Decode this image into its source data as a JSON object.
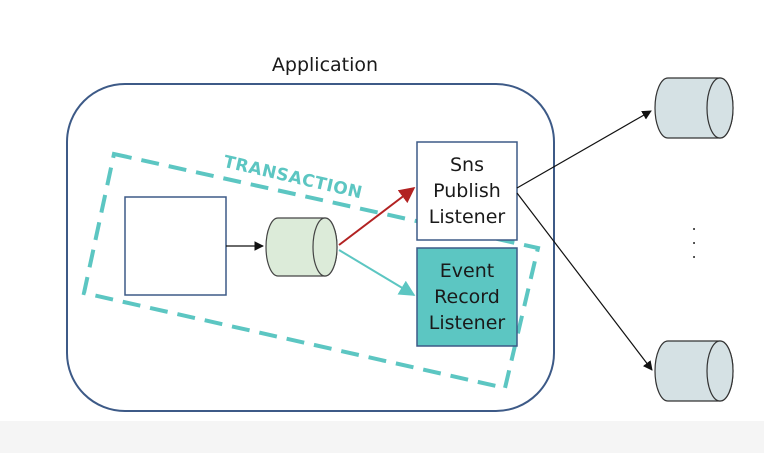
{
  "application": {
    "title": "Application"
  },
  "transaction": {
    "label": "TRANSACTION"
  },
  "listeners": {
    "sns": {
      "lines": [
        "Sns",
        "Publish",
        "Listener"
      ]
    },
    "event_record": {
      "lines": [
        "Event",
        "Record",
        "Listener"
      ]
    }
  },
  "ellipsis": ".\n.\n.",
  "colors": {
    "app_border": "#3d5a87",
    "transaction_dash": "#5cc6c2",
    "event_record_fill": "#5cc6c2",
    "queue_fill": "#dcebd9",
    "external_db_fill": "#d5e1e4",
    "publish_arrow": "#b22222",
    "record_arrow": "#5cc6c2"
  }
}
